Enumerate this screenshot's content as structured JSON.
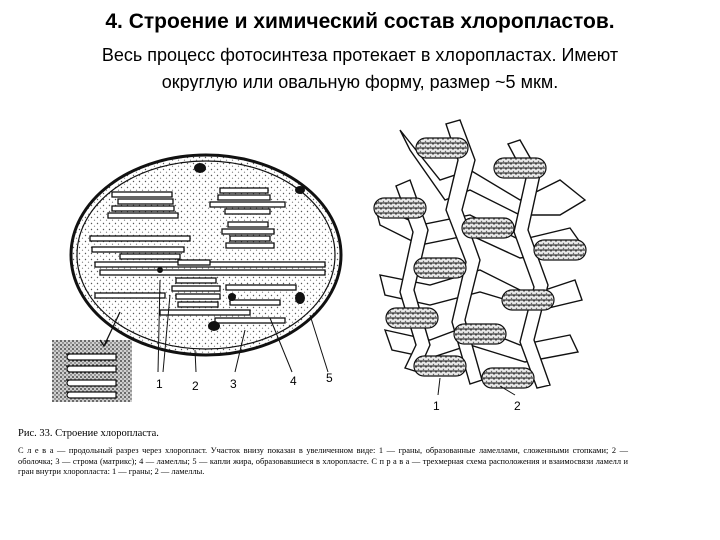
{
  "slide": {
    "title": "4. Строение и химический состав хлоропластов.",
    "subtitle_line1": "Весь процесс фотосинтеза протекает в хлоропластах. Имеют",
    "subtitle_line2": "округлую или овальную форму, размер ~5 мкм."
  },
  "figure": {
    "left_labels": [
      "1",
      "2",
      "3",
      "4",
      "5"
    ],
    "right_labels": [
      "1",
      "2"
    ],
    "caption_title": "Рис. 33. Строение хлоропласта.",
    "caption_body": "С л е в а — продольный разрез через хлоропласт. Участок внизу показан в увеличенном виде: 1 — граны, образованные ламеллами, сложенными стопками; 2 — оболочка; 3 — строма (матрикс); 4 — ламеллы; 5 — капли жира, образовавшиеся в хлоропласте. С п р а в а — трехмерная схема расположения и взаимосвязи ламелл и гран внутри хлоропласта: 1 — граны; 2 — ламеллы."
  }
}
